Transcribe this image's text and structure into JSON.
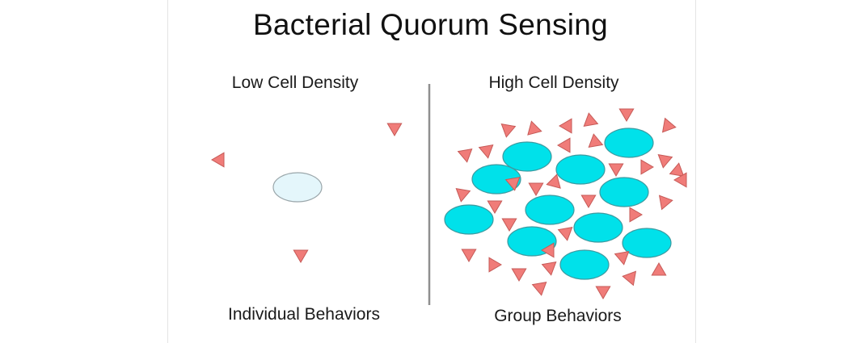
{
  "title": "Bacterial Quorum Sensing",
  "left_panel": {
    "heading": "Low Cell Density",
    "footer": "Individual Behaviors"
  },
  "right_panel": {
    "heading": "High Cell Density",
    "footer": "Group Behaviors"
  },
  "colors": {
    "signal_fill": "#f07c79",
    "signal_stroke": "#c65a57",
    "cell_low_fill": "#e4f6fb",
    "cell_low_stroke": "#9aa6aa",
    "cell_high_fill": "#00e1ea",
    "cell_high_stroke": "#3d9aa0",
    "divider": "#8f8f8f"
  }
}
